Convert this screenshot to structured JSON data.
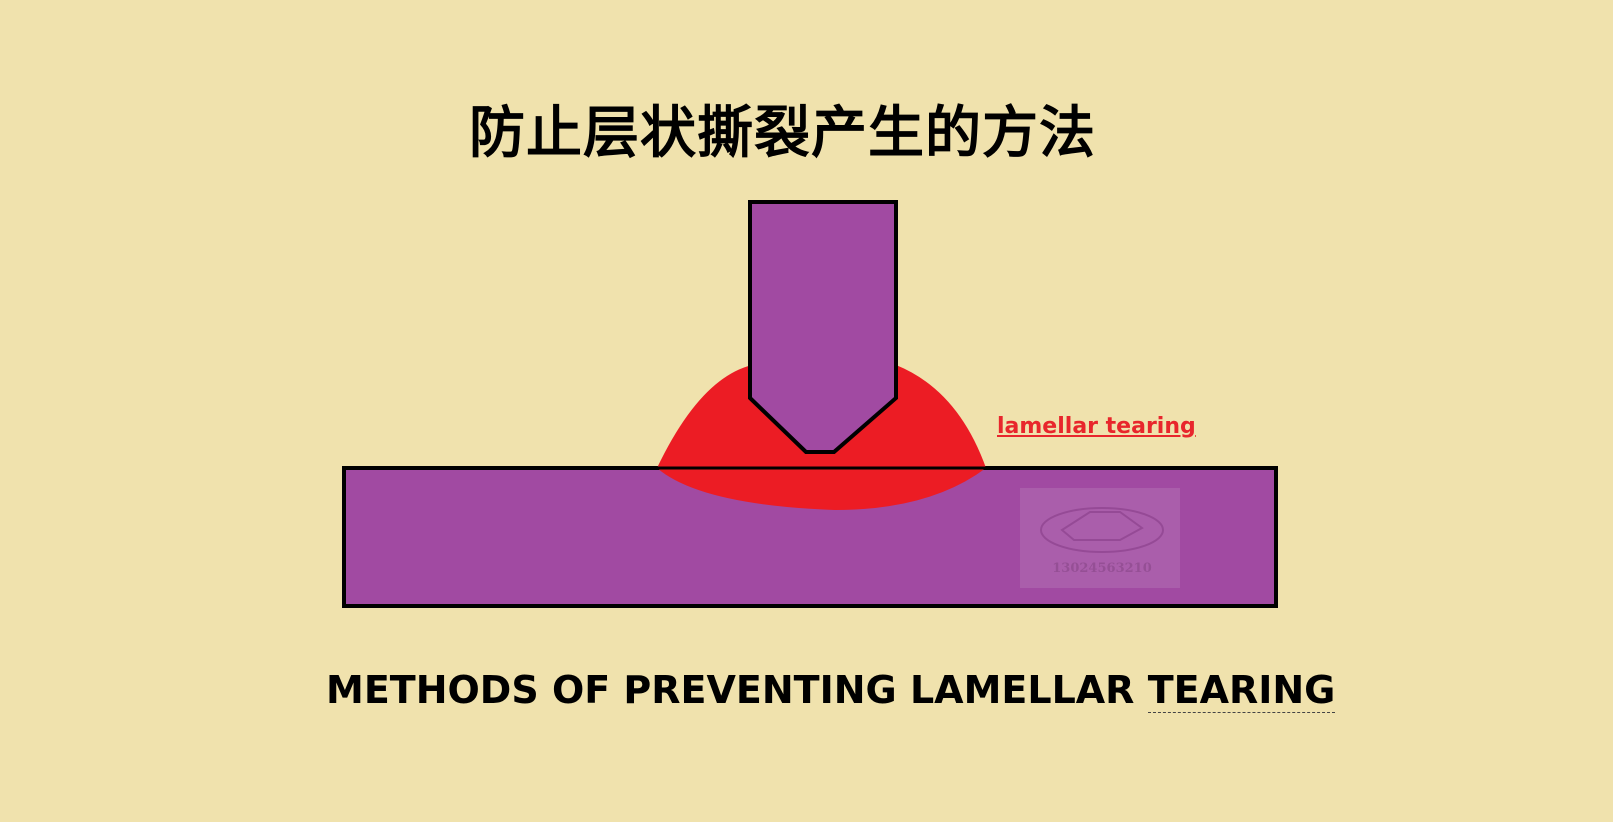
{
  "title_cn": "防止层状撕裂产生的方法",
  "title_en": {
    "main": "METHODS OF PREVENTING LAMELLAR",
    "tail": "TEARING"
  },
  "annotation": "lamellar  tearing",
  "watermark": {
    "text": "13024563210"
  },
  "colors": {
    "background": "#f0e2ad",
    "plate": "#a14aa2",
    "weld": "#ec1c24",
    "outline": "#000000",
    "annotation": "#e8262c"
  }
}
